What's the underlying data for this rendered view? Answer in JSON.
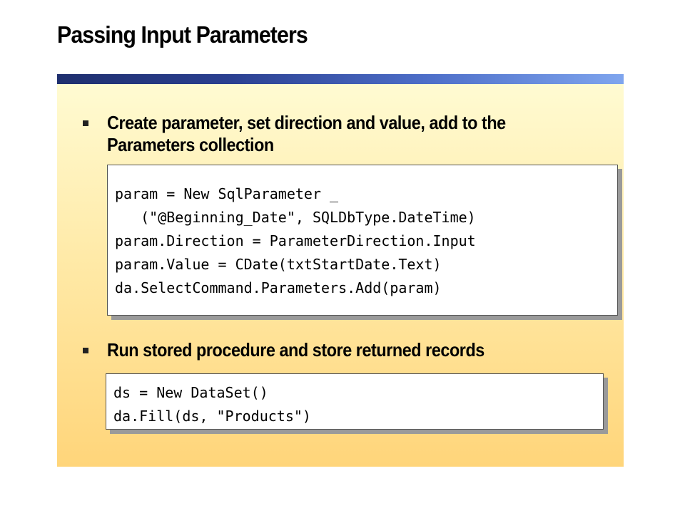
{
  "slide": {
    "title": "Passing Input Parameters"
  },
  "section1": {
    "bullet_line1": "Create parameter, set direction and value, add to the",
    "bullet_line2": "Parameters collection",
    "code": [
      "param = New SqlParameter _",
      "   (\"@Beginning_Date\", SQLDbType.DateTime)",
      "param.Direction = ParameterDirection.Input",
      "param.Value = CDate(txtStartDate.Text)",
      "da.SelectCommand.Parameters.Add(param)"
    ]
  },
  "section2": {
    "bullet_line1": "Run stored procedure and store returned records",
    "code": [
      "ds = New DataSet()",
      "da.Fill(ds, \"Products\")"
    ]
  },
  "colors": {
    "title_rule_left": "#1f2f6e",
    "title_rule_right": "#7fa5ee",
    "panel_top": "#fffbd2",
    "panel_bottom": "#ffd57a",
    "code_background": "#ffffff"
  }
}
